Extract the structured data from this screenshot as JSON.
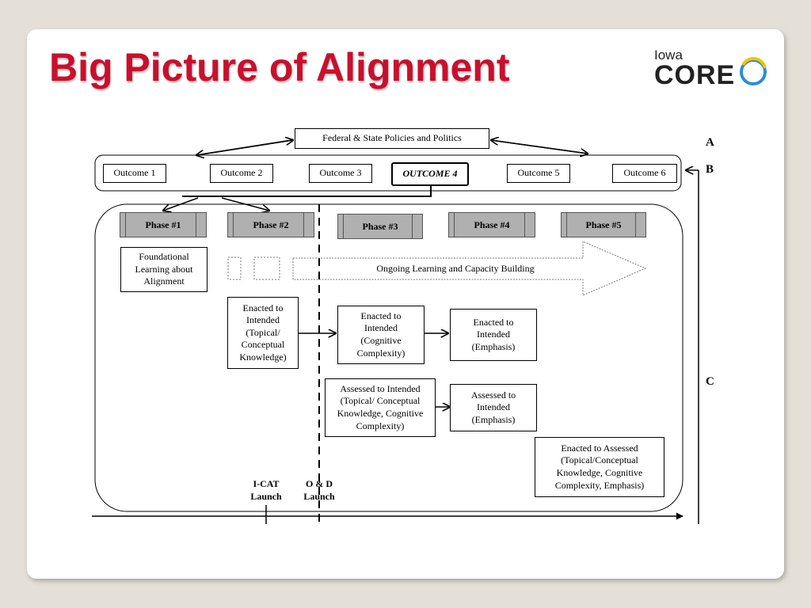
{
  "title": "Big Picture of Alignment",
  "logo": {
    "small": "Iowa",
    "big": "CORE"
  },
  "diagram": {
    "policies": "Federal & State Policies and Politics",
    "outcomes": [
      "Outcome 1",
      "Outcome 2",
      "Outcome 3",
      "OUTCOME 4",
      "Outcome 5",
      "Outcome 6"
    ],
    "phases": [
      "Phase #1",
      "Phase #2",
      "Phase #3",
      "Phase #4",
      "Phase #5"
    ],
    "foundational": "Foundational Learning about Alignment",
    "ongoing": "Ongoing Learning and Capacity Building",
    "enacted_topical": "Enacted to Intended (Topical/ Conceptual Knowledge)",
    "enacted_cognitive": "Enacted to Intended (Cognitive Complexity)",
    "enacted_emphasis": "Enacted to Intended (Emphasis)",
    "assessed_topical": "Assessed to Intended (Topical/ Conceptual Knowledge, Cognitive Complexity)",
    "assessed_emphasis": "Assessed to Intended (Emphasis)",
    "enacted_assessed": "Enacted to Assessed (Topical/Conceptual Knowledge, Cognitive Complexity, Emphasis)",
    "icat": "I-CAT Launch",
    "od": "O & D Launch",
    "labels": {
      "a": "A",
      "b": "B",
      "c": "C"
    }
  }
}
